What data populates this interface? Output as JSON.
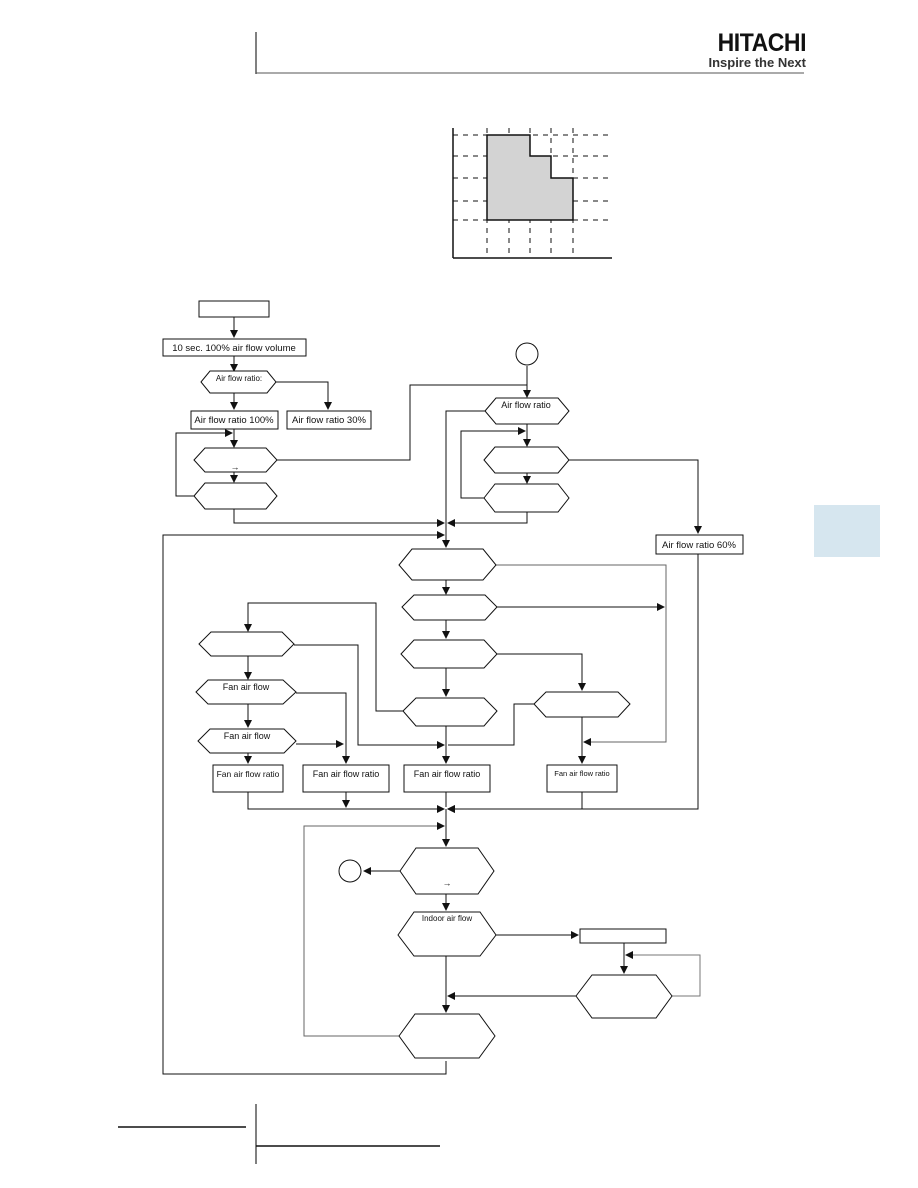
{
  "header": {
    "brand": "HITACHI",
    "tagline": "Inspire the Next"
  },
  "flowchart": {
    "step_initial_airflow": "10 sec. 100% air flow volume",
    "decision_airflow_ratio": "Air flow ratio:",
    "box_ratio_100": "Air flow ratio 100%",
    "box_ratio_30": "Air flow ratio 30%",
    "arrow_glyph_left": "→",
    "decision_airflow_ratio_right": "Air flow ratio",
    "box_ratio_60": "Air flow ratio 60%",
    "decision_fan_airflow_1": "Fan air flow",
    "decision_fan_airflow_2": "Fan air flow",
    "box_fan_ratio_1": "Fan air flow ratio",
    "box_fan_ratio_2": "Fan air flow ratio",
    "box_fan_ratio_3": "Fan air flow ratio",
    "box_fan_ratio_4": "Fan air flow ratio",
    "arrow_glyph_bottom": "→",
    "decision_indoor_airflow": "Indoor air flow"
  }
}
